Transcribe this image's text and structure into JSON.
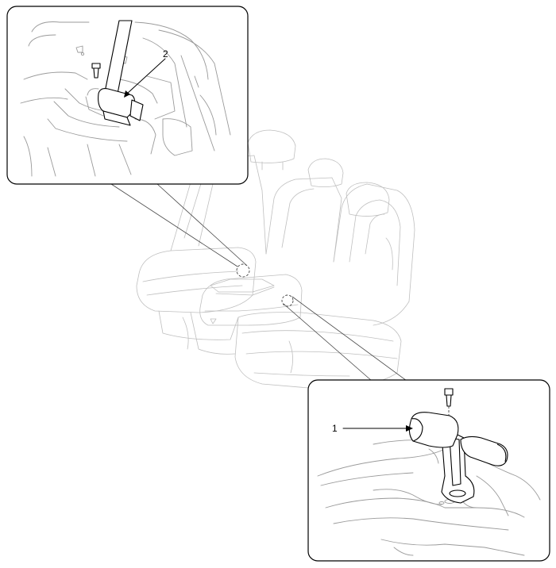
{
  "callouts": [
    {
      "id": "callout-1",
      "label": "1"
    },
    {
      "id": "callout-2",
      "label": "2"
    }
  ],
  "colors": {
    "line": "#000000",
    "ghost_line": "#bfbfbf",
    "background": "#ffffff"
  }
}
